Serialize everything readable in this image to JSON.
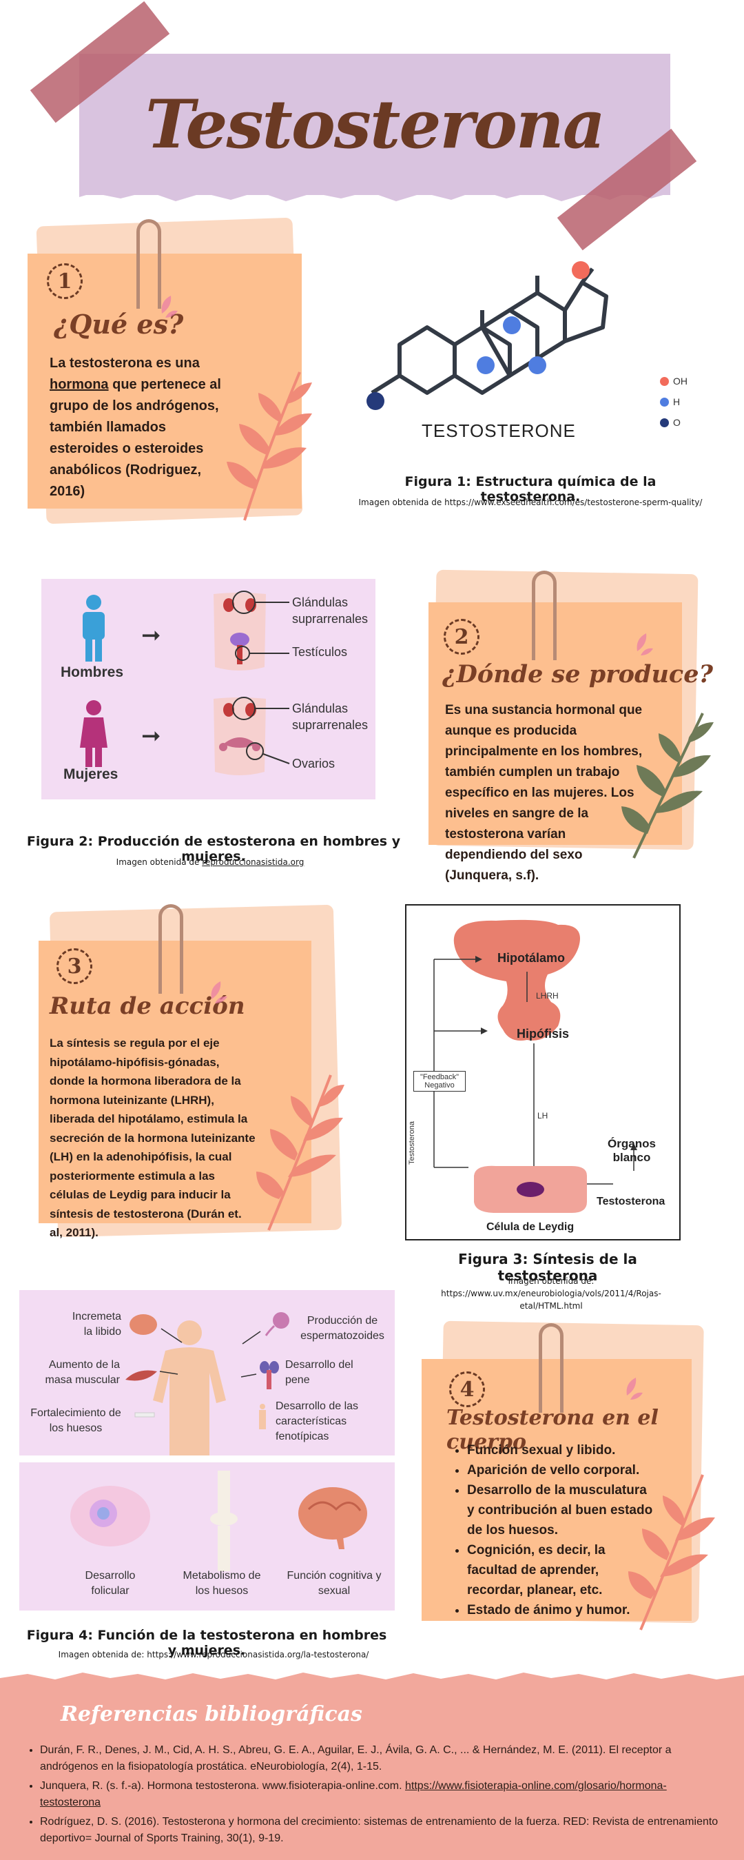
{
  "title": "Testosterona",
  "section1": {
    "number": "1",
    "heading": "¿Qué es?",
    "body_pre": "La testosterona es una",
    "body_link": "hormona",
    "body_post": "que pertenece al grupo de los andrógenos, también llamados esteroides o esteroides anabólicos (Rodriguez, 2016)"
  },
  "figure1": {
    "molecule_label": "TESTOSTERONE",
    "legend": [
      {
        "label": "OH",
        "color": "#f26b5b"
      },
      {
        "label": "H",
        "color": "#4f7de0"
      },
      {
        "label": "O",
        "color": "#253a7a"
      }
    ],
    "caption": "Figura 1: Estructura química de la testosterona.",
    "source": "Imagen obtenida de https://www.exseedhealth.com/es/testosterone-sperm-quality/"
  },
  "figure2": {
    "men_label": "Hombres",
    "women_label": "Mujeres",
    "men_gland1": "Glándulas suprarrenales",
    "men_gland2": "Testículos",
    "women_gland1": "Glándulas suprarrenales",
    "women_gland2": "Ovarios",
    "caption": "Figura 2: Producción de estosterona en hombres y mujeres.",
    "source_pre": "Imagen obtenida de",
    "source_link": "reproduccionasistida.org"
  },
  "section2": {
    "number": "2",
    "heading": "¿Dónde se produce?",
    "body": "Es una sustancia hormonal que aunque es producida principalmente en los hombres, también cumplen un trabajo específico en las mujeres. Los niveles en sangre de la testosterona varían dependiendo del sexo (Junquera, s.f)."
  },
  "section3": {
    "number": "3",
    "heading": "Ruta de acción",
    "body": "La síntesis se regula por el eje hipotálamo-hipófisis-gónadas, donde la hormona liberadora de la hormona luteinizante (LHRH), liberada del hipotálamo, estimula la secreción de la hormona luteinizante (LH) en la adenohipófisis, la cual posteriormente estimula a las células de Leydig para inducir la síntesis de testosterona (Durán et. al, 2011)."
  },
  "figure3": {
    "hypothalamus": "Hipotálamo",
    "lhrh": "LHRH",
    "hypophysis": "Hipófisis",
    "feedback": "\"Feedback\" Negativo",
    "lh": "LH",
    "testosterone_vertical": "Testosterona",
    "organs": "Órganos blanco",
    "testosterone": "Testosterona",
    "leydig": "Célula de Leydig",
    "caption": "Figura 3: Síntesis de la testosterona",
    "source": "Imagen obtenida de: https://www.uv.mx/eneurobiologia/vols/2011/4/Rojas-etal/HTML.html"
  },
  "figure4": {
    "libido": "Incremeta la libido",
    "muscle": "Aumento de la masa muscular",
    "bones_strength": "Fortalecimiento de los huesos",
    "sperm": "Producción de espermatozoides",
    "penis": "Desarrollo del pene",
    "phenotype": "Desarrollo de las características fenotípicas",
    "follicular": "Desarrollo folicular",
    "bone_metabolism": "Metabolismo de los huesos",
    "cognitive": "Función cognitiva y sexual",
    "caption": "Figura 4: Función de la testosterona en hombres y mujeres.",
    "source": "Imagen obtenida de: https://www.reproduccionasistida.org/la-testosterona/"
  },
  "section4": {
    "number": "4",
    "heading": "Testosterona en el cuerpo",
    "bullets": [
      "Función sexual y libido.",
      "Aparición de vello corporal.",
      "Desarrollo de la musculatura y contribución al buen estado de los huesos.",
      "Cognición, es decir, la facultad de aprender, recordar, planear, etc.",
      "Estado de ánimo y humor."
    ]
  },
  "references": {
    "heading": "Referencias bibliográficas",
    "items": [
      "Durán, F. R., Denes, J. M., Cid, A. H. S., Abreu, G. E. A., Aguilar, E. J., Ávila, G. A. C., ... & Hernández, M. E. (2011). El receptor a andrógenos en la fisiopatología prostática. eNeurobiología, 2(4), 1-15.",
      "Rodríguez, D. S. (2016). Testosterona y hormona del crecimiento: sistemas de entrenamiento de la fuerza. RED: Revista de entrenamiento deportivo= Journal of Sports Training, 30(1), 9-19."
    ],
    "junquera_pre": "Junquera, R. (s. f.-a). Hormona testosterona. www.fisioterapia-online.com.",
    "junquera_link": "https://www.fisioterapia-online.com/glosario/hormona-testosterona"
  },
  "colors": {
    "card": "#fdbf8f",
    "title_band": "#d9c3df",
    "heading": "#7a3f26",
    "references_band": "#f2a89c"
  }
}
